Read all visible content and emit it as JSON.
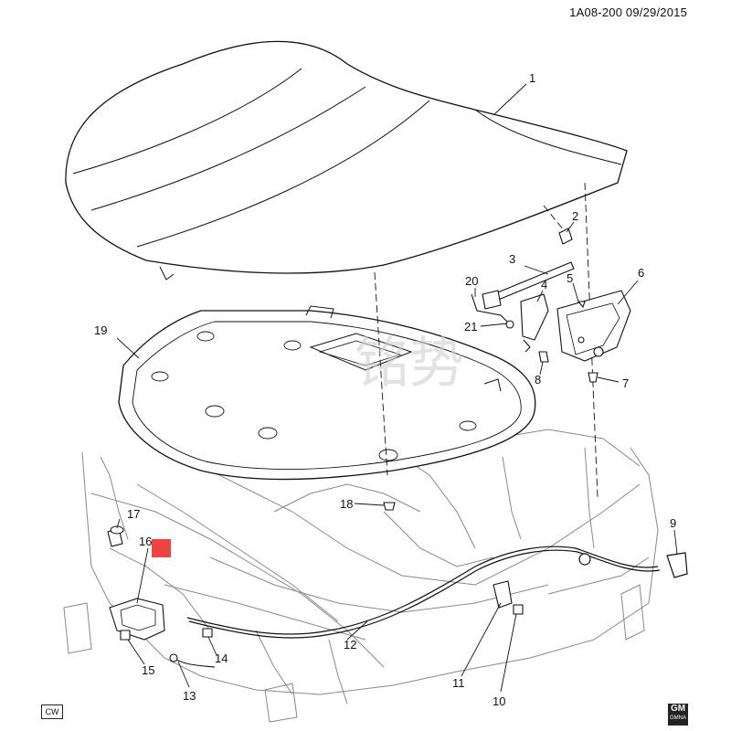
{
  "header": {
    "doc_id": "1A08-200  09/29/2015"
  },
  "footer": {
    "orientation_mark": "CW",
    "brand_mark": "GM",
    "brand_sub": "GMNA"
  },
  "callouts": [
    "1",
    "2",
    "3",
    "4",
    "5",
    "6",
    "7",
    "8",
    "9",
    "10",
    "11",
    "12",
    "13",
    "14",
    "15",
    "16",
    "17",
    "18",
    "19",
    "20",
    "21"
  ],
  "watermark": "铭势",
  "colors": {
    "line": "#111111",
    "highlight": "#ee4444",
    "fill": "#ffffff",
    "frame": "#888888"
  }
}
